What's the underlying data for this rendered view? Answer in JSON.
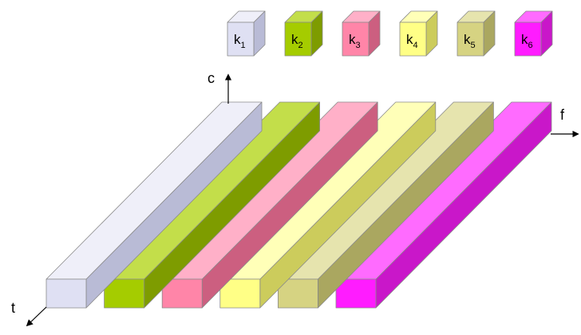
{
  "axes": {
    "c": "c",
    "f": "f",
    "t": "t"
  },
  "legend": [
    {
      "letter": "k",
      "sub": "1",
      "front": "#DFE0F3",
      "top": "#EFEFF9",
      "side": "#B9BBD6"
    },
    {
      "letter": "k",
      "sub": "2",
      "front": "#A5CC00",
      "top": "#C3DE4A",
      "side": "#7E9C00"
    },
    {
      "letter": "k",
      "sub": "3",
      "front": "#FF85A8",
      "top": "#FFB0C8",
      "side": "#CC5F80"
    },
    {
      "letter": "k",
      "sub": "4",
      "front": "#FFFF86",
      "top": "#FFFFB8",
      "side": "#CCCC5C"
    },
    {
      "letter": "k",
      "sub": "5",
      "front": "#D6D382",
      "top": "#E6E4AE",
      "side": "#AAA760"
    },
    {
      "letter": "k",
      "sub": "6",
      "front": "#FF1CFF",
      "top": "#FF6BFF",
      "side": "#C917C9"
    }
  ],
  "bars": [
    {
      "front": "#DFE0F3",
      "top": "#EFEFF9",
      "side": "#B9BBD6"
    },
    {
      "front": "#A5CC00",
      "top": "#C3DE4A",
      "side": "#7E9C00"
    },
    {
      "front": "#FF85A8",
      "top": "#FFB0C8",
      "side": "#CC5F80"
    },
    {
      "front": "#FFFF86",
      "top": "#FFFFB8",
      "side": "#CCCC5C"
    },
    {
      "front": "#D6D382",
      "top": "#E6E4AE",
      "side": "#AAA760"
    },
    {
      "front": "#FF1CFF",
      "top": "#FF6BFF",
      "side": "#C917C9"
    }
  ]
}
